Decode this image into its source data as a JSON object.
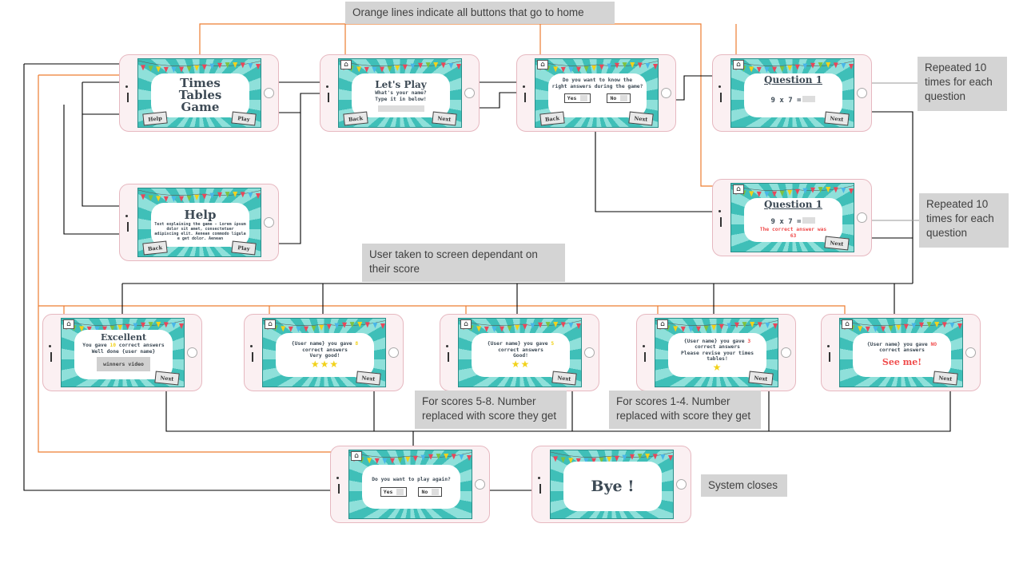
{
  "notes": {
    "orange": "Orange lines indicate all buttons that go to home",
    "repeat1": "Repeated 10 times for each question",
    "repeat2": "Repeated 10 times for each question",
    "taken": "User taken to screen dependant on their score",
    "scores58": "For scores 5-8. Number replaced with score they get",
    "scores14": "For scores 1-4. Number replaced with score they get",
    "closes": "System closes"
  },
  "screens": {
    "title": {
      "line1": "Times",
      "line2": "Tables",
      "line3": "Game",
      "help_btn": "Help",
      "play_btn": "Play"
    },
    "help": {
      "title": "Help",
      "body": "Text explaining the game - Lorem ipsum dolor sit amet, consectetuer adipiscing elit. Aenean commodo ligula e get dolor. Aenean",
      "back_btn": "Back",
      "play_btn": "Play"
    },
    "letsplay": {
      "title": "Let's Play",
      "prompt1": "What's your name?",
      "prompt2": "Type it in below!",
      "back_btn": "Back",
      "next_btn": "Next"
    },
    "know": {
      "question1": "Do you want to know the",
      "question2": "right answers during the game?",
      "yes": "Yes",
      "no": "No",
      "back_btn": "Back",
      "next_btn": "Next"
    },
    "q1": {
      "title": "Question 1",
      "sum": "9 x 7 =",
      "next_btn": "Next"
    },
    "q1b": {
      "title": "Question 1",
      "sum": "9 x 7 =",
      "answer1": "The correct answer was",
      "answer2": "63",
      "next_btn": "Next"
    },
    "excellent": {
      "title": "Excellent",
      "line1a": "You gave ",
      "line1num": "10",
      "line1b": " correct answers",
      "line2": "Well done {user name}",
      "video": "winners video",
      "next_btn": "Next"
    },
    "verygood": {
      "line1a": "{User name} you gave ",
      "line1num": "8",
      "line2": "correct answers",
      "line3": "Very good!",
      "stars": "★★★",
      "next_btn": "Next"
    },
    "good": {
      "line1a": "{User name} you gave ",
      "line1num": "5",
      "line2": "correct answers",
      "line3": "Good!",
      "stars": "★★",
      "next_btn": "Next"
    },
    "revise": {
      "line1a": "{User name} you gave ",
      "line1num": "3",
      "line2": "correct answers",
      "line3": "Please revise your times tables!",
      "stars": "★",
      "next_btn": "Next"
    },
    "seeme": {
      "line1a": "{User name} you gave ",
      "line1num": "NO",
      "line2": "correct answers",
      "line3": "See me!",
      "next_btn": "Next"
    },
    "again": {
      "question": "Do you want to play again?",
      "yes": "Yes",
      "no": "No"
    },
    "bye": {
      "text": "Bye !"
    }
  },
  "home_icon": "home-icon",
  "colors": {
    "home_line": "#ed7d31",
    "flow_line": "#000000",
    "teal": "#3fbfb8",
    "red_text": "#f04c4c"
  }
}
